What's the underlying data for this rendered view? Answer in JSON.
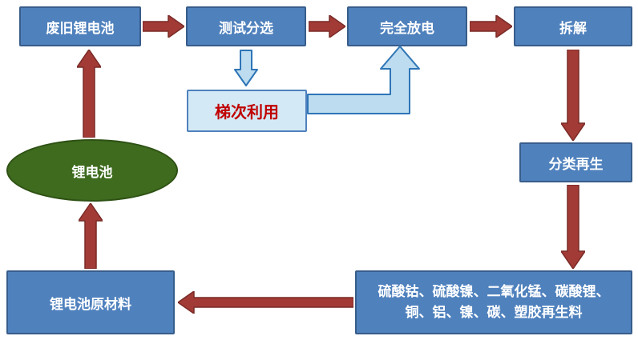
{
  "diagram": {
    "title": "lithium-battery-recycling-flowchart",
    "nodes": {
      "waste_battery": "废旧锂电池",
      "test_sorting": "测试分选",
      "full_discharge": "完全放电",
      "disassembly": "拆解",
      "echelon_use": "梯次利用",
      "classification_regeneration": "分类再生",
      "materials_line1": "硫酸钴、硫酸镍、二氧化锰、碳酸锂、",
      "materials_line2": "铜、铝、镍、碳、塑胶再生料",
      "raw_materials": "锂电池原材料",
      "lithium_battery": "锂电池"
    },
    "colors": {
      "node_fill": "#4F81BD",
      "node_border": "#385D8A",
      "node_text": "#FFFFFF",
      "red_arrow": "#A23B36",
      "red_arrow_border": "#7A2B27",
      "blue_arrow_fill": "#BDDCF0",
      "blue_arrow_border": "#2E75B6",
      "echelon_fill": "#D3EAF6",
      "echelon_border": "#4F81BD",
      "echelon_text": "#C00000",
      "ellipse_fill": "#3E6B1E",
      "background": "#FFFFFF"
    }
  }
}
